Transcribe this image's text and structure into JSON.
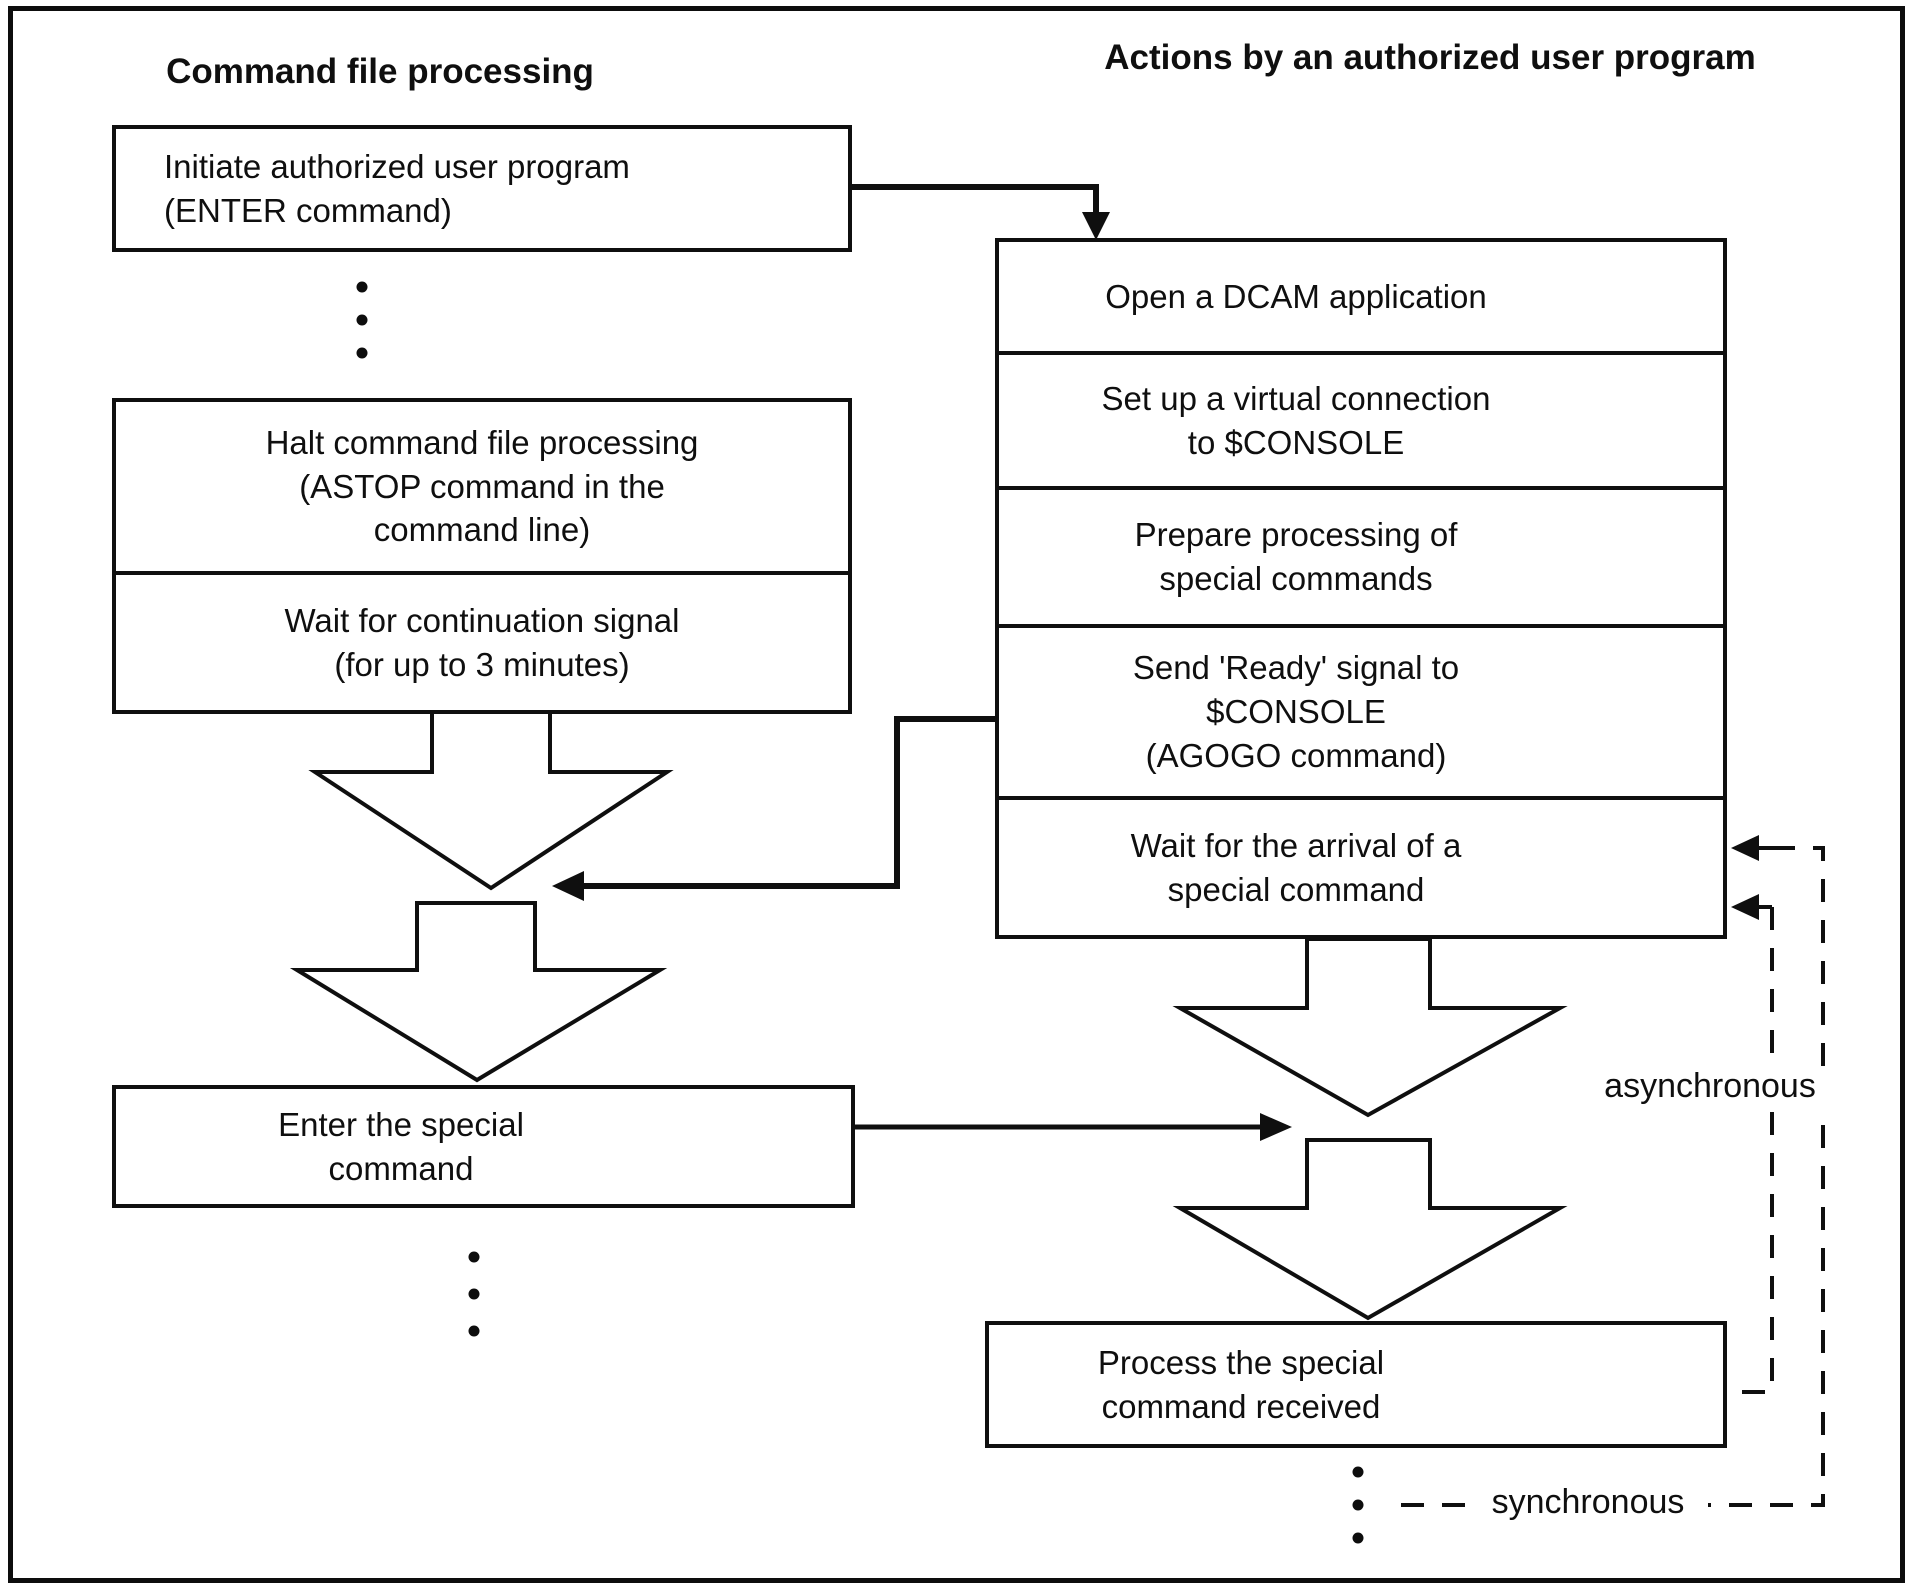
{
  "diagram": {
    "title_left": "Command file processing",
    "title_right": "Actions by an authorized user program",
    "left_column": {
      "initiate": [
        "Initiate authorized user program",
        "(ENTER command)"
      ],
      "halt": [
        "Halt command file processing",
        "(ASTOP command in the",
        "command line)"
      ],
      "wait_continuation": [
        "Wait for continuation signal",
        "(for up to 3 minutes)"
      ],
      "enter_special": [
        "Enter the special",
        "command"
      ]
    },
    "right_column": {
      "open_dcam": [
        "Open a DCAM application"
      ],
      "setup_connection": [
        "Set up a virtual connection",
        "to $CONSOLE"
      ],
      "prepare_processing": [
        "Prepare processing of",
        "special commands"
      ],
      "send_ready": [
        "Send 'Ready' signal to",
        "$CONSOLE",
        "(AGOGO command)"
      ],
      "wait_arrival": [
        "Wait for the arrival of a",
        "special command"
      ],
      "process_command": [
        "Process the special",
        "command received"
      ]
    },
    "labels": {
      "asynchronous": "asynchronous",
      "synchronous": "synchronous"
    },
    "colors": {
      "line": "#0f0f0f",
      "text": "#0f0f0f",
      "background": "#ffffff"
    }
  }
}
